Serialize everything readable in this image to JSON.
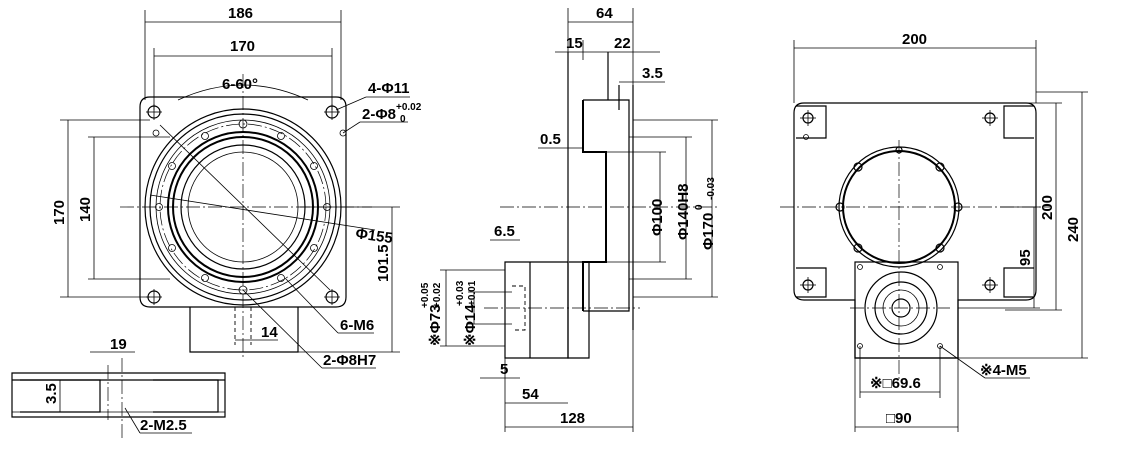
{
  "left_view": {
    "d186": "186",
    "d170_top": "170",
    "angle": "6-60°",
    "holes_4": "4-Φ11",
    "pins_2": "2-Φ8",
    "pins_2_tol_upper": "+0.02",
    "pins_2_tol_lower": "0",
    "d170_left": "170",
    "d140": "140",
    "d155": "Φ155",
    "d101_5": "101.5",
    "d14": "14",
    "m6": "6-M6",
    "pins_h7": "2-Φ8H7"
  },
  "detail_view": {
    "d19": "19",
    "d3_5": "3.5",
    "m2_5": "2-M2.5"
  },
  "side_view": {
    "d64": "64",
    "d15": "15",
    "d22": "22",
    "d3_5": "3.5",
    "d0_5": "0.5",
    "d100": "Φ100",
    "d140h8": "Φ140H8",
    "d170": "Φ170",
    "d170_tol_upper": "0",
    "d170_tol_lower": "-0.03",
    "d6_5": "6.5",
    "d73": "※Φ73",
    "d73_tol_upper": "+0.05",
    "d73_tol_lower": "+0.02",
    "d14": "※Φ14",
    "d14_tol_upper": "+0.03",
    "d14_tol_lower": "+0.01",
    "d5": "5",
    "d54": "54",
    "d128": "128"
  },
  "right_view": {
    "d200_top": "200",
    "d200_right": "200",
    "d240": "240",
    "d95": "95",
    "m5": "※4-M5",
    "sq69_6": "※□69.6",
    "sq90": "□90"
  }
}
